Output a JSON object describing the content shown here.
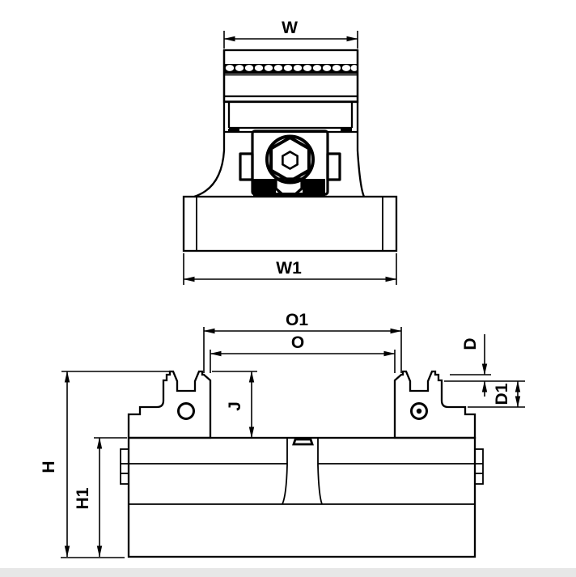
{
  "page": {
    "background": "#ffffff",
    "footer_strip_color": "#e7e7e7",
    "line_color": "#000000"
  },
  "labels": {
    "w": "W",
    "w1": "W1",
    "o1": "O1",
    "o": "O",
    "j": "J",
    "h": "H",
    "h1": "H1",
    "d": "D",
    "d1": "D1"
  }
}
